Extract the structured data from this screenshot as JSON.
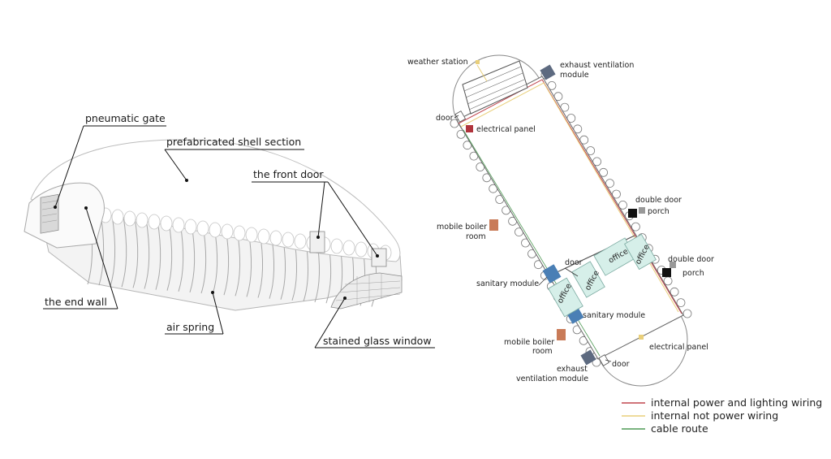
{
  "left_diagram": {
    "labels": {
      "pneumatic_gate": "pneumatic gate",
      "prefabricated_shell": "prefabricated shell section",
      "front_door": "the front door",
      "end_wall": "the end wall",
      "air_spring": "air spring",
      "stained_glass": "stained glass window"
    }
  },
  "plan": {
    "labels": {
      "weather_station": "weather station",
      "exhaust_top_1": "exhaust ventilation",
      "exhaust_top_2": "module",
      "door_top": "door",
      "electrical_panel_top": "electrical panel",
      "double_door_1": "double door",
      "porch_1": "porch",
      "mobile_boiler_1a": "mobile boiler",
      "mobile_boiler_1b": "room",
      "double_door_2": "double door",
      "porch_2": "porch",
      "door_mid": "door",
      "sanitary_module_1": "sanitary module",
      "office_1": "office",
      "office_2": "office",
      "office_3": "office",
      "office_4": "office",
      "sanitary_module_2": "sanitary module",
      "mobile_boiler_2a": "mobile boiler",
      "mobile_boiler_2b": "room",
      "electrical_panel_bottom": "electrical panel",
      "door_bottom": "door",
      "exhaust_bottom_1": "exhaust",
      "exhaust_bottom_2": "ventilation module"
    },
    "colors": {
      "power_wiring": "#c0474f",
      "not_power_wiring": "#e9cf7a",
      "cable_route": "#4f9a55",
      "electrical_panel": "#b0343c",
      "boiler": "#c97b58",
      "exhaust_module": "#5d6a80",
      "sanitary_module": "#4a7fb5",
      "office": "#d6efe9",
      "porch": "#999999"
    }
  },
  "legend": {
    "items": [
      {
        "label": "internal power and lighting wiring",
        "color": "#c0474f"
      },
      {
        "label": "internal not power wiring",
        "color": "#e9cf7a"
      },
      {
        "label": "cable route",
        "color": "#4f9a55"
      }
    ]
  }
}
